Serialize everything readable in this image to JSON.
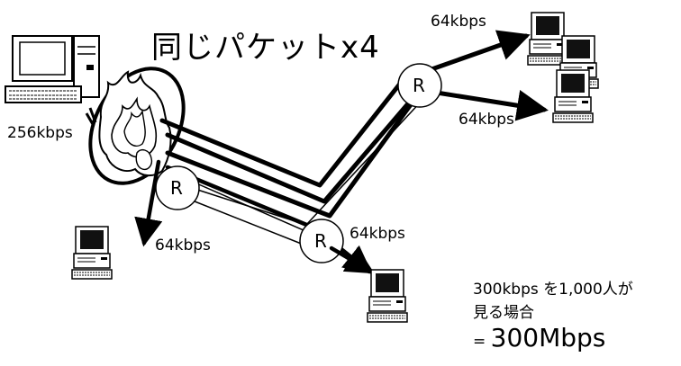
{
  "title": "同じパケットx4",
  "server_rate": "256kbps",
  "router_label": "R",
  "link_rates": {
    "top_left": "64kbps",
    "top_right": "64kbps",
    "bottom_left": "64kbps",
    "bottom_middle": "64kbps"
  },
  "note": {
    "line1": "300kbps を1,000人が",
    "line2": "見る場合",
    "line3_prefix": "= ",
    "line3_value": "300Mbps"
  },
  "icons": [
    "server-computer-icon",
    "fire-icon",
    "router-icon",
    "client-computer-icon"
  ]
}
